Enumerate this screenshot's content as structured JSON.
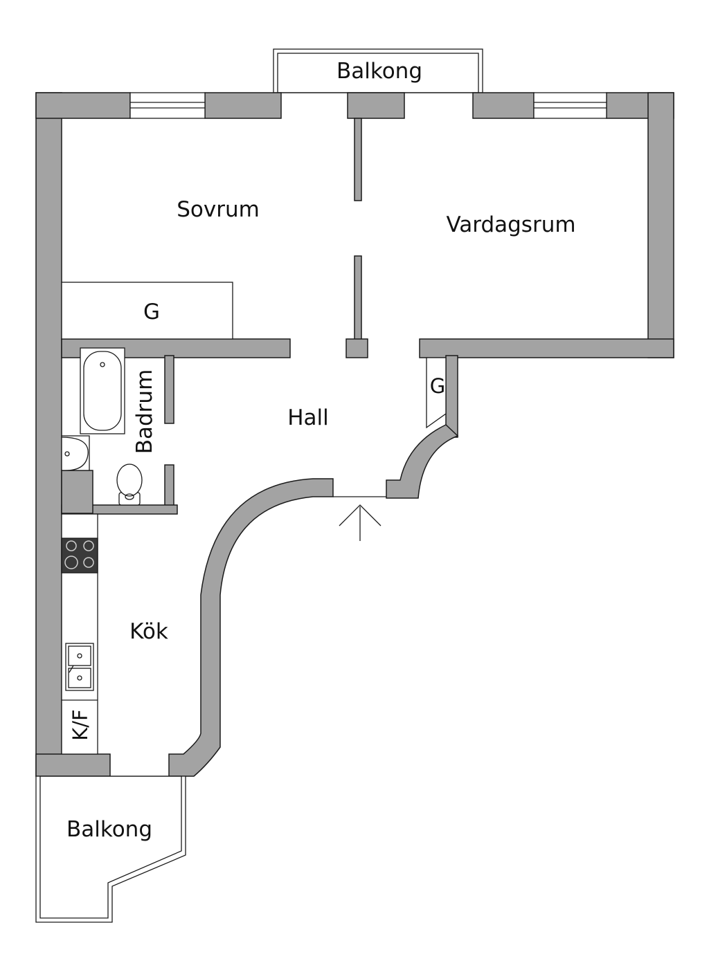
{
  "rooms": {
    "balkong_top": "Balkong",
    "sovrum": "Sovrum",
    "vardagsrum": "Vardagsrum",
    "garderob_sovrum": "G",
    "garderob_hall": "G",
    "badrum": "Badrum",
    "hall": "Hall",
    "kok": "Kök",
    "kyl_frys": "K/F",
    "balkong_bottom": "Balkong"
  },
  "colors": {
    "wall_fill": "#a3a3a3",
    "line": "#1a1a1a",
    "background": "#ffffff"
  },
  "icons": [
    "entrance-arrow-icon",
    "window-icon",
    "bathtub-icon",
    "sink-icon",
    "toilet-icon",
    "stove-icon",
    "kitchen-sink-icon"
  ]
}
